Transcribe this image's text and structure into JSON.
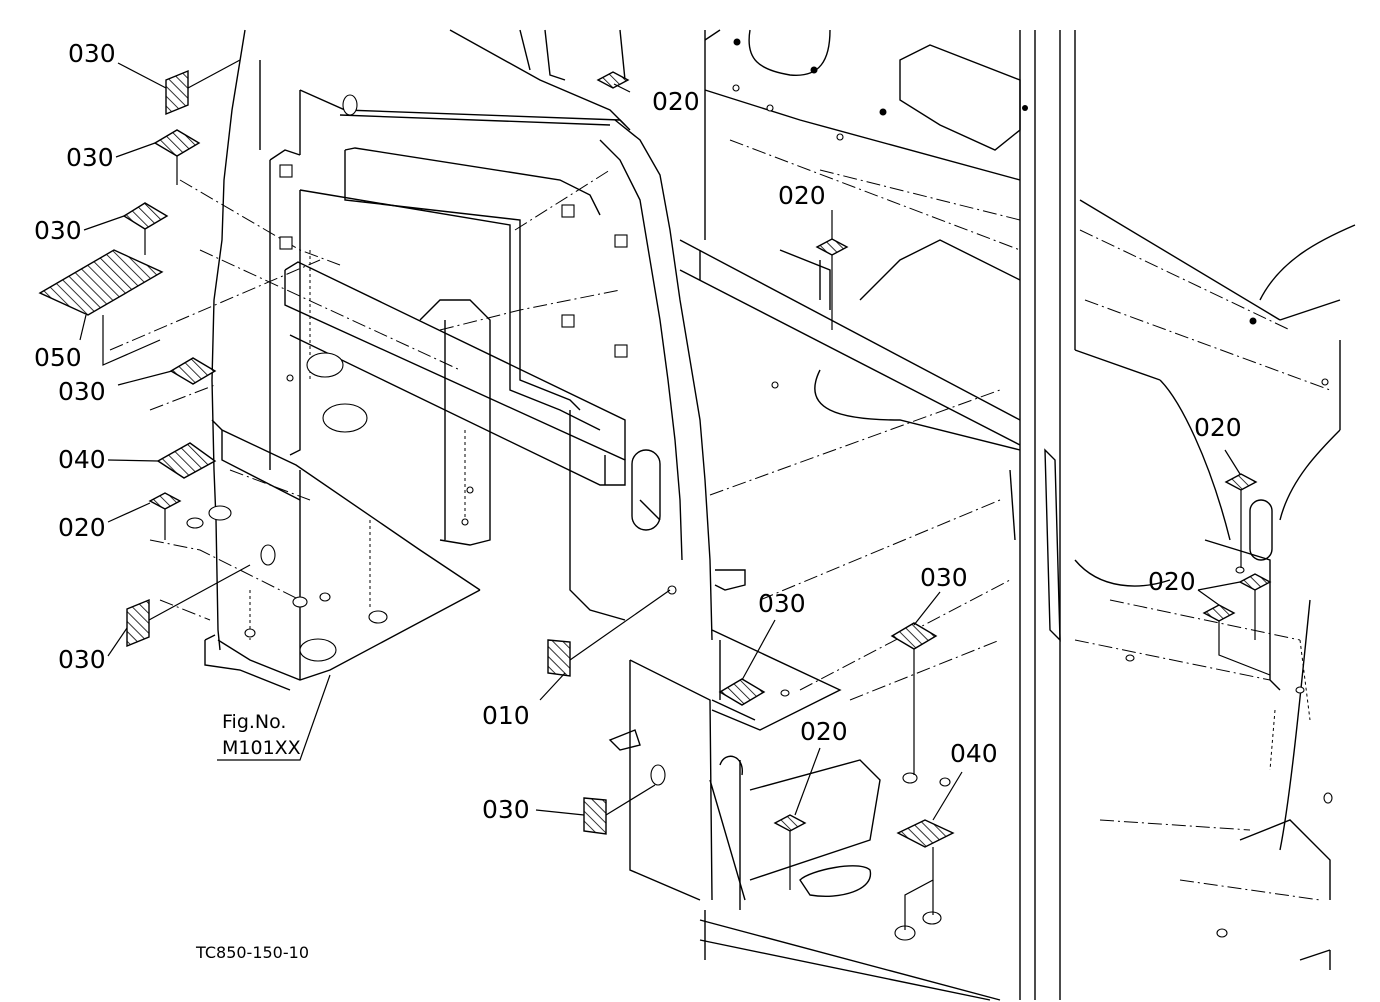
{
  "diagram": {
    "callouts": [
      "030",
      "030",
      "030",
      "050",
      "030",
      "040",
      "020",
      "030",
      "020",
      "020",
      "010",
      "030",
      "030",
      "030",
      "020",
      "040",
      "020",
      "020"
    ],
    "figure_ref": {
      "line1": "Fig.No.",
      "line2": "M101XX"
    },
    "drawing_code": "TC850-150-10"
  }
}
